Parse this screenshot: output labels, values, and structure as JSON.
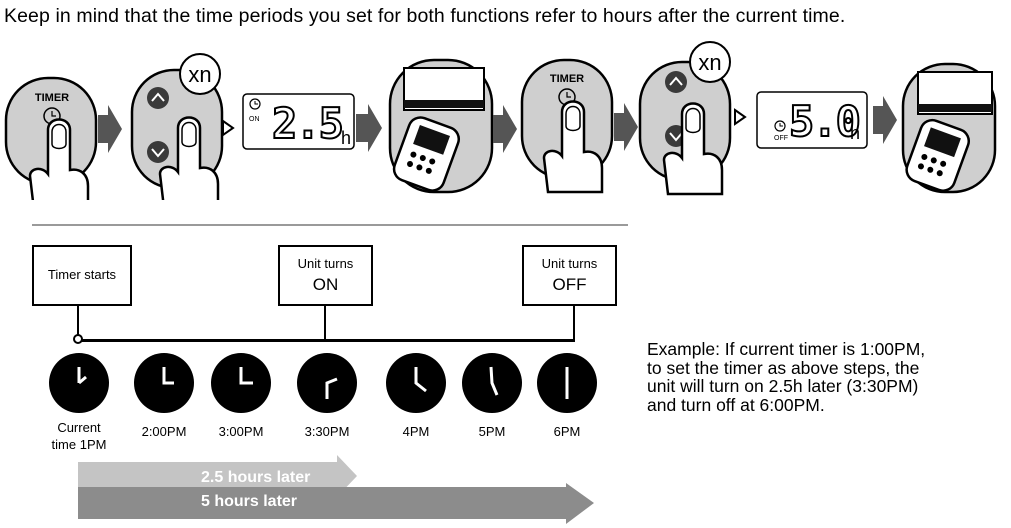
{
  "intro": "Keep in mind that the time periods you set for both functions refer to hours after the current time.",
  "steps": {
    "timer_label_1": "TIMER",
    "xn_1": "xn",
    "display_1": {
      "mode": "ON",
      "value": "2.5",
      "unit": "h"
    },
    "timer_label_2": "TIMER",
    "xn_2": "xn",
    "display_2": {
      "mode": "OFF",
      "value": "5.0",
      "unit": "h"
    }
  },
  "timeline": {
    "boxes": {
      "start": "Timer starts",
      "on_line1": "Unit turns",
      "on_line2": "ON",
      "off_line1": "Unit turns",
      "off_line2": "OFF"
    },
    "clocks": [
      {
        "label1": "Current",
        "label2": "time 1PM"
      },
      {
        "label1": "2:00PM",
        "label2": ""
      },
      {
        "label1": "3:00PM",
        "label2": ""
      },
      {
        "label1": "3:30PM",
        "label2": ""
      },
      {
        "label1": "4PM",
        "label2": ""
      },
      {
        "label1": "5PM",
        "label2": ""
      },
      {
        "label1": "6PM",
        "label2": ""
      }
    ],
    "arrow_short": "2.5 hours later",
    "arrow_long": "5 hours later"
  },
  "example": {
    "line1": "Example: If current timer is 1:00PM,",
    "line2": "to set the timer as above steps, the",
    "line3": "unit will turn on 2.5h later (3:30PM)",
    "line4": "and turn off at 6:00PM."
  },
  "colors": {
    "panel_grey": "#cfcfcf",
    "step_arrow": "#555555",
    "arrow_short": "#c4c4c4",
    "arrow_long": "#8c8c8c"
  }
}
